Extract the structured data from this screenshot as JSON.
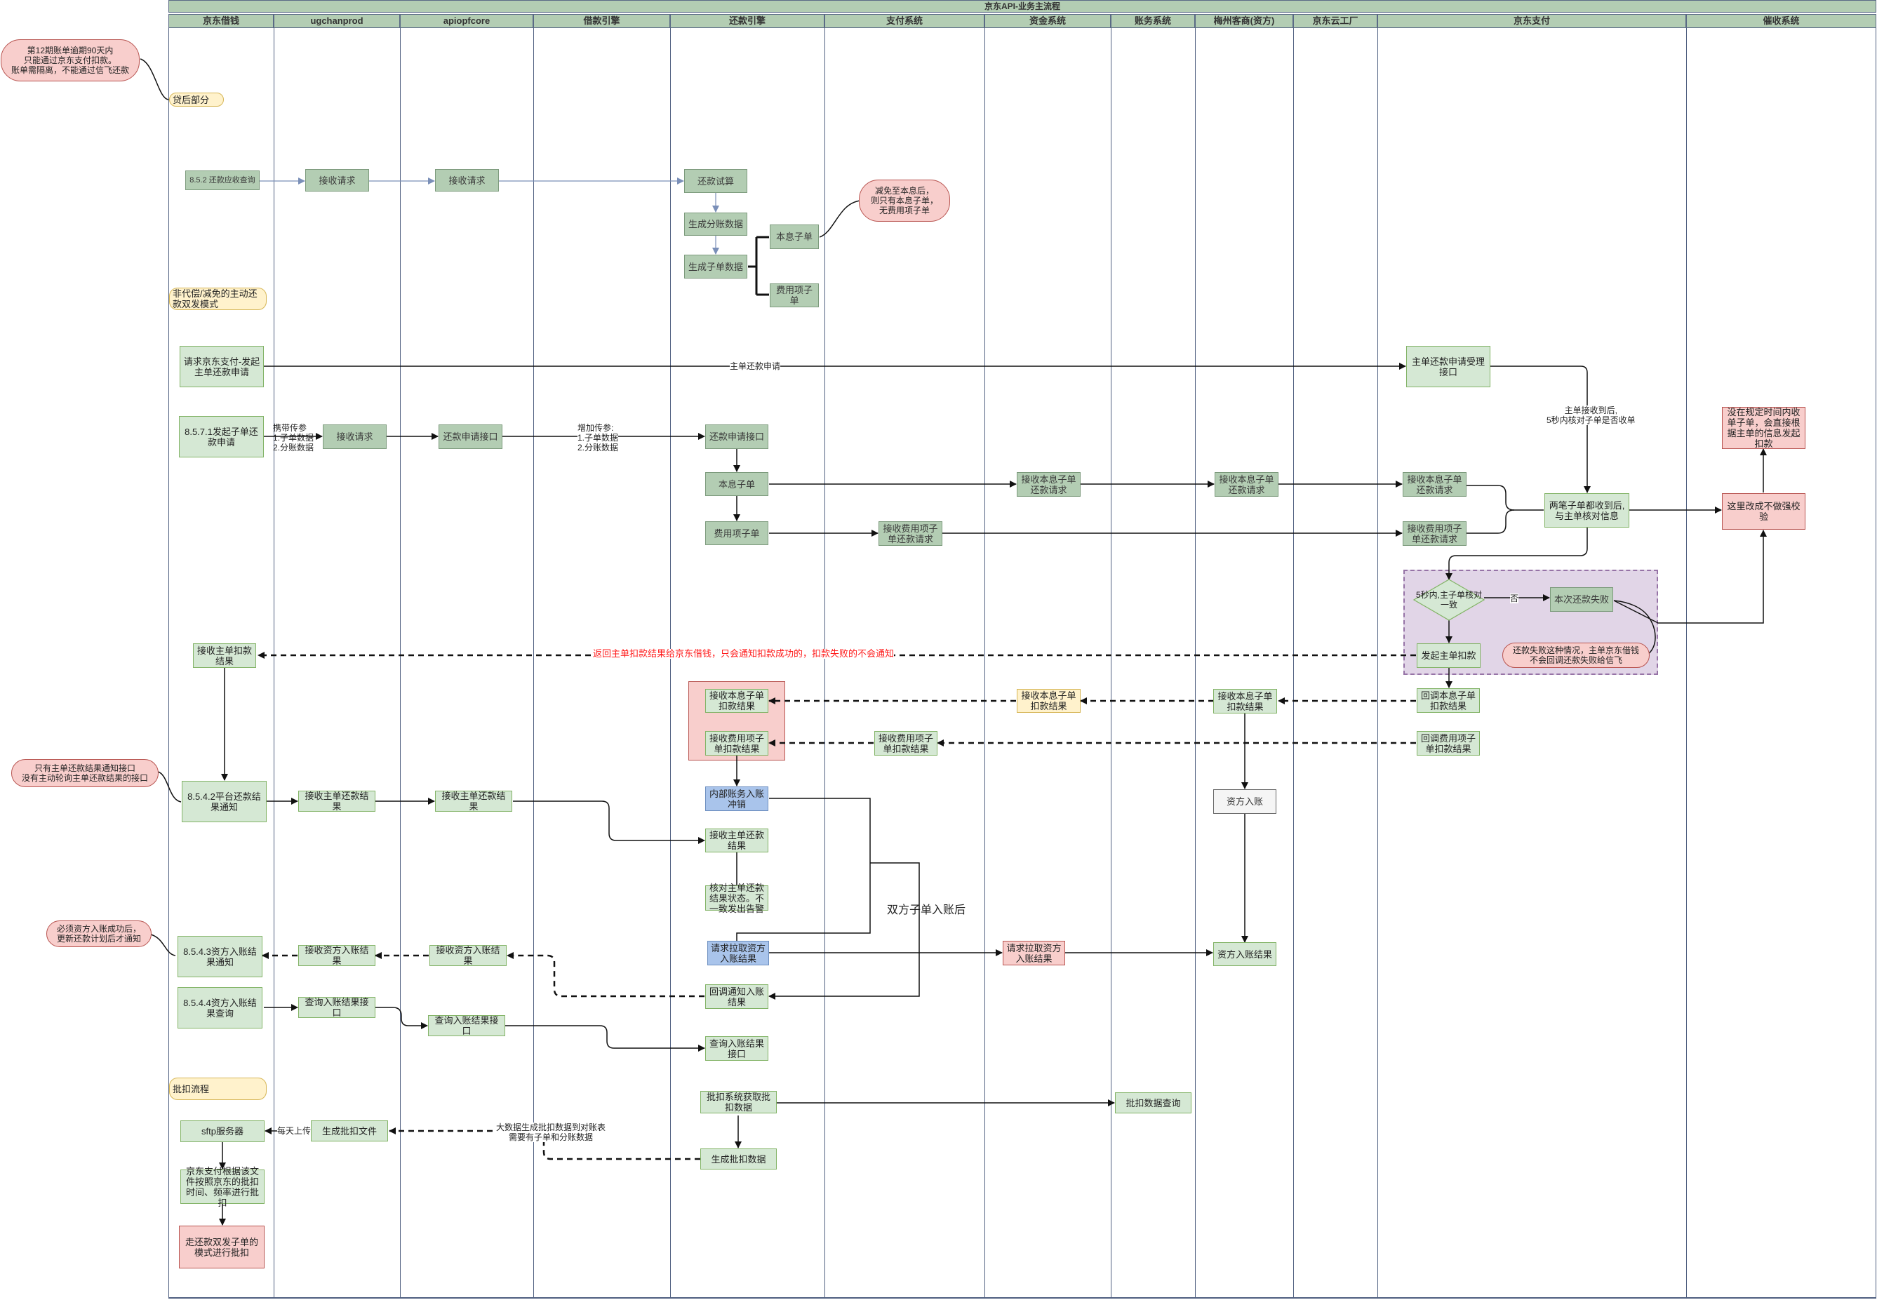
{
  "title": "京东API-业务主流程",
  "lanes": [
    "京东借钱",
    "ugchanprod",
    "apiopfcore",
    "借款引擎",
    "还款引擎",
    "支付系统",
    "资金系统",
    "账务系统",
    "梅州客商(资方)",
    "京东云工厂",
    "京东支付",
    "催收系统"
  ],
  "tags": {
    "post_loan": "贷后部分",
    "active_repay": "非代偿/减免的主动还款双发模式",
    "batch_flow": "批扣流程"
  },
  "notes": {
    "n1": "第12期账单逾期90天内\n只能通过京东支付扣款。\n账单需隔离，不能通过信飞还款",
    "n2": "减免至本息后，\n则只有本息子单，\n无费用项子单",
    "n3": "只有主单还款结果通知接口\n没有主动轮询主单还款结果的接口",
    "n4": "必须资方入账成功后，\n更新还款计划后才通知",
    "n5": "还款失败这种情况，主单京东借钱\n不会回调还款失败给信飞"
  },
  "boxes": {
    "query_852": "8.5.2 还款应收查询",
    "ug_recv1": "接收请求",
    "api_recv1": "接收请求",
    "trial": "还款试算",
    "gen_split": "生成分账数据",
    "gen_sub": "生成子单数据",
    "principal_sub": "本息子单",
    "fee_sub": "费用项子单",
    "req_jdpay": "请求京东支付-发起主单还款申请",
    "main_accept": "主单还款申请受理接口",
    "initiate_8571": "8.5.7.1发起子单还款申请",
    "ug_recv2": "接收请求",
    "api_apply": "还款申请接口",
    "engine_apply": "还款申请接口",
    "engine_principal": "本息子单",
    "engine_fee": "费用项子单",
    "fund_recv_principal": "接收本息子单还款请求",
    "pay_recv_fee": "接收费用项子单还款请求",
    "mz_recv_principal": "接收本息子单还款请求",
    "jd_recv_principal": "接收本息子单还款请求",
    "jd_recv_fee": "接收费用项子单还款请求",
    "both_received": "两笔子单都收到后,与主单核对信息",
    "no_strong_check": "这里改成不做强校验",
    "collection_deduct": "没在规定时间内收单子单，会直接根据主单的信息发起扣款",
    "diamond_check": "5秒内,主子单核对一致",
    "this_fail": "本次还款失败",
    "initiate_main": "发起主单扣款",
    "recv_main_deduct": "接收主单扣款结果",
    "engine_recv_principal_res": "接收本息子单扣款结果",
    "engine_recv_fee_res": "接收费用项子单扣款结果",
    "fund_recv_principal_res": "接收本息子单扣款结果",
    "pay_recv_fee_res": "接收费用项子单扣款结果",
    "mz_recv_principal_res": "接收本息子单扣款结果",
    "jd_cb_principal": "回调本息子单扣款结果",
    "jd_cb_fee": "回调费用项子单扣款结果",
    "internal_offset": "内部账务入账冲销",
    "capital_entry": "资方入账",
    "notify_8542": "8.5.4.2平台还款结果通知",
    "ug_recv_main": "接收主单还款结果",
    "api_recv_main": "接收主单还款结果",
    "engine_recv_main": "接收主单还款结果",
    "verify_main": "核对主单还款结果状态。不一致发出告警",
    "notify_8543": "8.5.4.3资方入账结果通知",
    "ug_recv_capital": "接收资方入账结果",
    "api_recv_capital": "接收资方入账结果",
    "req_pull_engine": "请求拉取资方入账结果",
    "req_pull_fund": "请求拉取资方入账结果",
    "mz_capital_res": "资方入账结果",
    "cb_notify_entry": "回调通知入账结果",
    "query_8544": "8.5.4.4资方入账结果查询",
    "ug_query": "查询入账结果接口",
    "api_query": "查询入账结果接口",
    "engine_query": "查询入账结果接口",
    "batch_fetch": "批扣系统获取批扣数据",
    "batch_query": "批扣数据查询",
    "sftp": "sftp服务器",
    "gen_batch_file": "生成批扣文件",
    "gen_batch_data": "生成批扣数据",
    "jd_batch_by_file": "京东支付根据该文件按照京东的批扣时间、频率进行批扣",
    "walk_double": "走还款双发子单的模式进行批扣"
  },
  "labels": {
    "main_apply": "主单还款申请",
    "main_recv_5s": "主单接收到后,\n5秒内核对子单是否收单",
    "carry_params": "携带传参\n1.子单数据\n2.分账数据",
    "add_params": "增加传参:\n1.子单数据\n2.分账数据",
    "no": "否",
    "return_red": "返回主单扣款结果给京东借钱，只会通知扣款成功的，扣款失败的不会通知",
    "after_entry": "双方子单入账后",
    "daily_upload": "每天上传",
    "bigdata": "大数据生成批扣数据到对账表\n需要有子单和分账数据"
  },
  "colors": {
    "header_green": "#b3cdb3",
    "box_green": "#d5e8d4",
    "box_red": "#f8cecc",
    "box_yellow": "#fff2cc",
    "box_blue": "#a9c4eb",
    "region_purple": "#e1d5e7",
    "lane_line": "#4f5f80",
    "alert_text": "#ff1a1a"
  }
}
